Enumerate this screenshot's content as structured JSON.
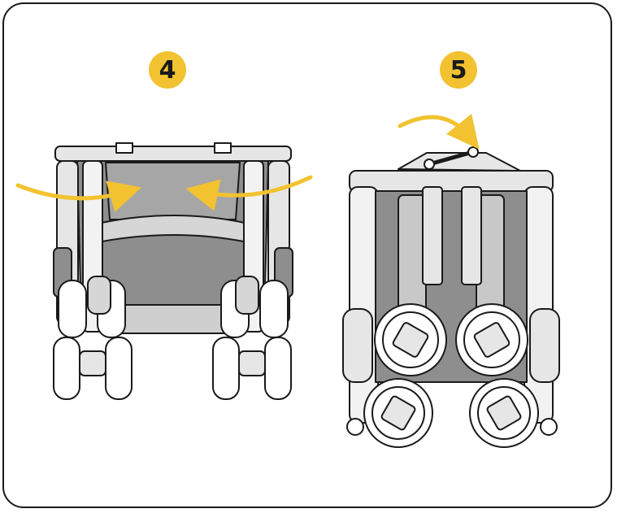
{
  "steps": [
    {
      "number": "4",
      "caption": ""
    },
    {
      "number": "5",
      "caption": ""
    }
  ],
  "colors": {
    "badge": "#f2c230",
    "arrow": "#f2c230",
    "outline": "#1a1a1a",
    "fabric_dark": "#8e8e8e",
    "fabric_light": "#c8c8c8",
    "frame": "#e6e6e6"
  },
  "icons": [
    "fold-inward-arrow-left",
    "fold-inward-arrow-right",
    "rotate-handle-arrow"
  ]
}
